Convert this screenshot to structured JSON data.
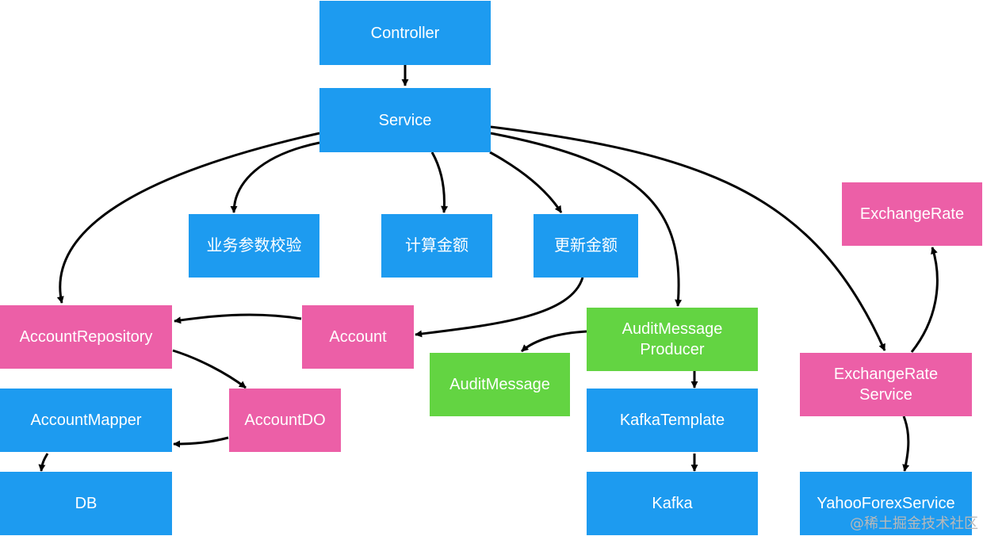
{
  "nodes": {
    "controller": "Controller",
    "service": "Service",
    "validate": "业务参数校验",
    "calculate": "计算金额",
    "update": "更新金额",
    "account_repository": "AccountRepository",
    "account": "Account",
    "audit_producer": "AuditMessage\nProducer",
    "audit_message": "AuditMessage",
    "exchange_rate": "ExchangeRate",
    "exchange_rate_service": "ExchangeRate\nService",
    "account_mapper": "AccountMapper",
    "account_do": "AccountDO",
    "kafka_template": "KafkaTemplate",
    "db": "DB",
    "kafka": "Kafka",
    "yahoo_forex": "YahooForexService"
  },
  "colors": {
    "blue": "#1d9bf0",
    "pink": "#ec5fa7",
    "green": "#63d442"
  },
  "watermark": "@稀土掘金技术社区"
}
